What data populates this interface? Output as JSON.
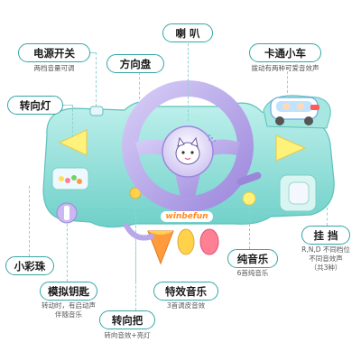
{
  "labels": {
    "speaker": "喇 叭",
    "power": "电源开关",
    "power_sub": "两档音量可调",
    "car": "卡通小车",
    "car_sub": "拨动有两种可爱音效声",
    "wheel": "方向盘",
    "turn_light": "转向灯",
    "beads": "小彩珠",
    "key": "模拟钥匙",
    "key_sub_1": "转动时，有启动声",
    "key_sub_2": "伴随音乐",
    "sound_music": "特效音乐",
    "sound_music_sub": "3首调皮音效",
    "pure_music": "纯音乐",
    "pure_music_sub": "6首纯音乐",
    "gear": "挂 挡",
    "gear_sub_1": "R,N,D 不同档位",
    "gear_sub_2": "不同音效声",
    "gear_sub_3": "（共3种）",
    "turn_lever": "转向把",
    "turn_lever_sub": "转向音效+亮灯"
  },
  "brand": "winbefun",
  "colors": {
    "accent": "#33a7a5",
    "toy_body": "#8ee0da",
    "wheel": "#b9a7ea"
  }
}
